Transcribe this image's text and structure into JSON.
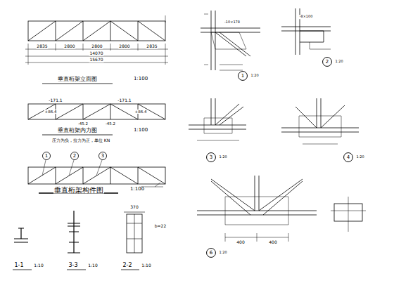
{
  "diagram": {
    "nodes": [
      {
        "text": [
          "1"
        ]
      },
      {
        "text": [
          "2"
        ]
      },
      {
        "text": [
          "3"
        ]
      },
      {
        "text": [
          "4"
        ]
      },
      {
        "text": [
          "6"
        ]
      },
      {
        "text": [
          "1"
        ]
      },
      {
        "text": [
          "2"
        ]
      },
      {
        "text": [
          "3"
        ]
      }
    ],
    "labels": [
      "2835",
      "2800",
      "2800",
      "2800",
      "2835",
      "14070",
      "15670",
      "垂直桁架立面图",
      "1:100",
      "垂直桁架内力图",
      "1:100",
      "压力为负，拉力为正，单位 KN",
      "垂直桁架构件图",
      "1:100",
      "-171.1",
      "-171.1",
      "+86.4",
      "+86.4",
      "-45.2",
      "-45.2",
      "1-1",
      "1:10",
      "3-3",
      "1:10",
      "2-2",
      "1:10",
      "b=22",
      "370",
      "1:20",
      "1:20",
      "1:20",
      "1:20",
      "1:20",
      "400",
      "400",
      "-10×178",
      "-8×100"
    ]
  }
}
